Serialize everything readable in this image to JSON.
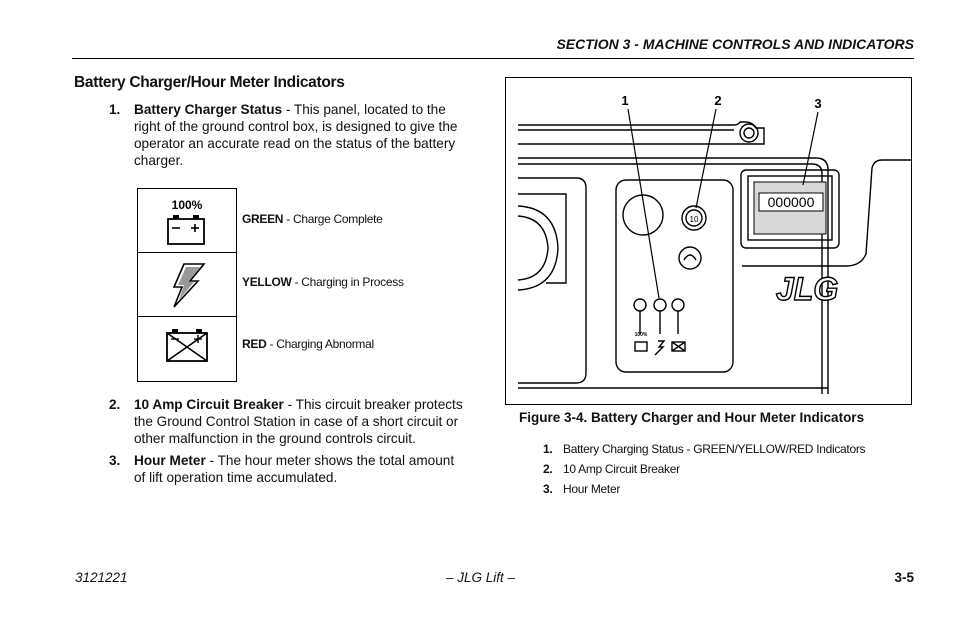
{
  "header": {
    "section_title": "SECTION 3 - MACHINE CONTROLS AND INDICATORS"
  },
  "section": {
    "heading": "Battery Charger/Hour Meter Indicators"
  },
  "items": [
    {
      "num": "1.",
      "title": "Battery Charger Status",
      "lines": [
        " - This panel, located to the",
        "right of the ground control box, is designed to give the",
        "operator an accurate read on the status of the battery",
        "charger."
      ]
    },
    {
      "num": "2.",
      "title": "10 Amp Circuit Breaker",
      "lines": [
        " - This circuit breaker protects",
        "the Ground Control Station in case of a short circuit or",
        "other malfunction in the ground controls circuit."
      ]
    },
    {
      "num": "3.",
      "title": "Hour Meter",
      "lines": [
        " - The hour meter shows the total amount",
        "of lift operation time accumulated."
      ]
    }
  ],
  "indicators": [
    {
      "icon": "battery-full-icon",
      "icon_text": "100%",
      "color_name": "GREEN",
      "desc": " - Charge Complete"
    },
    {
      "icon": "lightning-bolt-icon",
      "color_name": "YELLOW",
      "desc": " - Charging in Process"
    },
    {
      "icon": "battery-crossed-icon",
      "color_name": "RED",
      "desc": " - Charging Abnormal"
    }
  ],
  "figure": {
    "callouts": [
      "1",
      "2",
      "3"
    ],
    "hour_meter_display": "000000",
    "breaker_label": "10",
    "led_icon_text": "100%",
    "logo_text": "JLG",
    "caption": "Figure 3-4. Battery Charger and Hour Meter Indicators",
    "legend": [
      {
        "num": "1.",
        "text": "Battery Charging Status - GREEN/YELLOW/RED Indicators"
      },
      {
        "num": "2.",
        "text": "10 Amp Circuit Breaker"
      },
      {
        "num": "3.",
        "text": "Hour Meter"
      }
    ]
  },
  "footer": {
    "left": "3121221",
    "center": "– JLG Lift –",
    "right": "3-5"
  }
}
